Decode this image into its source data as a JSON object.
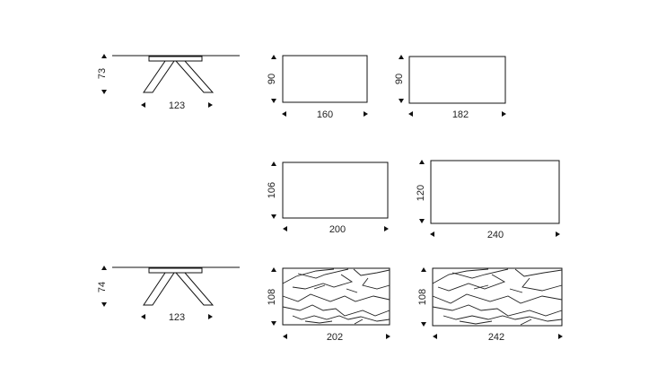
{
  "views": {
    "side_a": {
      "height": "73",
      "width": "123"
    },
    "top_a": {
      "depth": "90",
      "length": "160"
    },
    "top_b": {
      "depth": "90",
      "length": "182"
    },
    "top_c": {
      "depth": "106",
      "length": "200"
    },
    "top_d": {
      "depth": "120",
      "length": "240"
    },
    "side_b": {
      "height": "74",
      "width": "123"
    },
    "ceramic_a": {
      "depth": "108",
      "length": "202"
    },
    "ceramic_b": {
      "depth": "108",
      "length": "242"
    }
  }
}
